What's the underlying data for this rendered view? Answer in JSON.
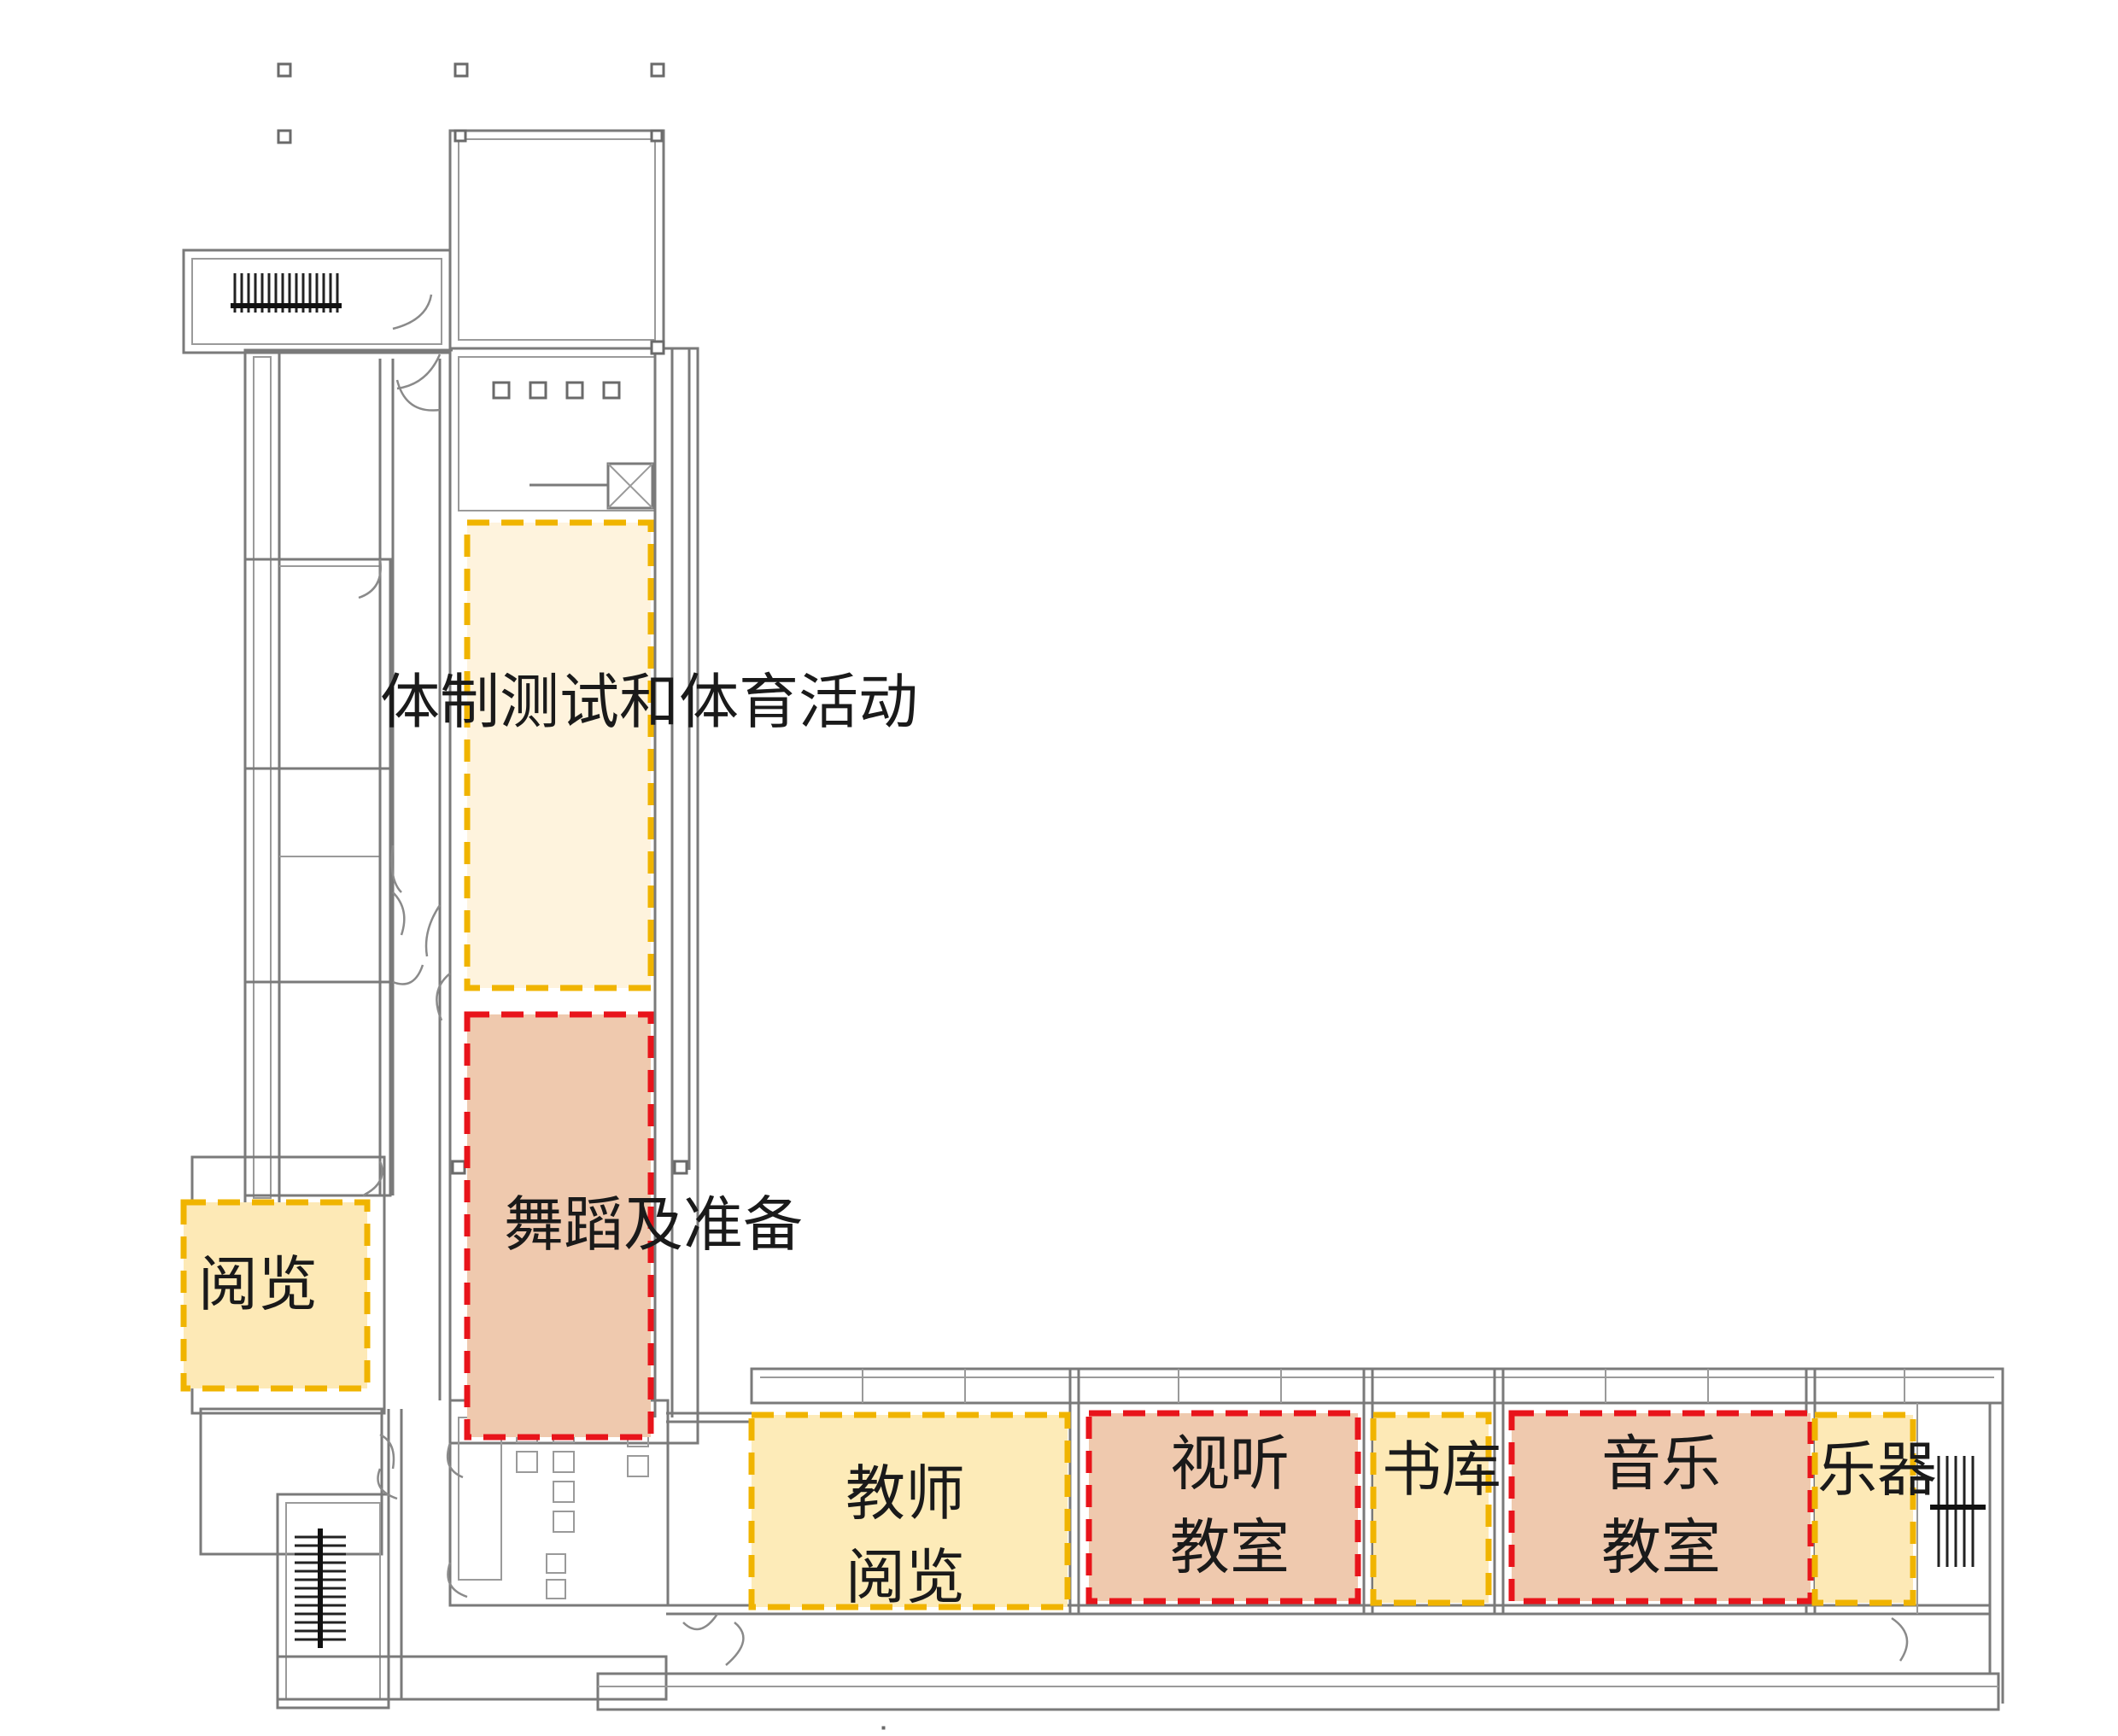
{
  "rooms": {
    "sports": {
      "label": "体制测试和体育活动",
      "fill": "#fef3dd",
      "border": "#f0b400"
    },
    "dance": {
      "label": "舞蹈及准备",
      "fill": "#efc9ae",
      "border": "#e8141b"
    },
    "reading": {
      "label": "阅览",
      "fill": "#fde9b6",
      "border": "#f0b400"
    },
    "teacher_reading": {
      "line1": "教师",
      "line2": "阅览",
      "fill": "#fdebb8",
      "border": "#f0b400"
    },
    "av_classroom": {
      "line1": "视听",
      "line2": "教室",
      "fill": "#efc9ae",
      "border": "#e8141b"
    },
    "book_storage": {
      "label": "书库",
      "fill": "#fde9b6",
      "border": "#f0b400"
    },
    "music_classroom": {
      "line1": "音乐",
      "line2": "教室",
      "fill": "#efc9ae",
      "border": "#e8141b"
    },
    "instruments": {
      "label": "乐器",
      "fill": "#fde9b6",
      "border": "#f0b400"
    }
  },
  "icons": [
    "staircase-icon",
    "elevator-icon",
    "door-swing-icon",
    "toilet-stall-icon"
  ]
}
